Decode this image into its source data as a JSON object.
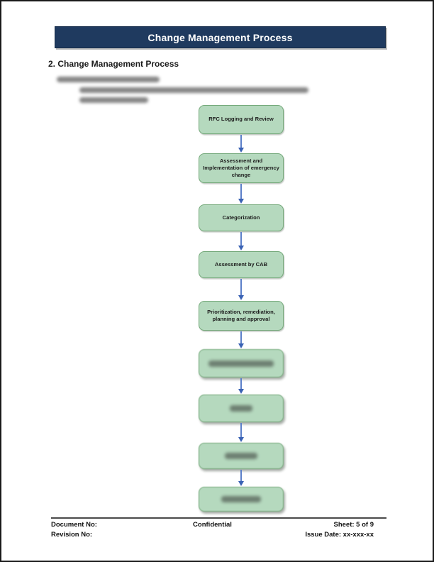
{
  "colors": {
    "page_border": "#1a1a1a",
    "header_bg": "#1f3a5f",
    "header_text": "#ffffff",
    "box_fill": "#b5d9be",
    "box_border": "#74a97a",
    "arrow_line": "#5b7fc9",
    "arrow_head": "#3a62b4",
    "footer_rule": "#4a4a4a"
  },
  "header": {
    "title": "Change Management Process"
  },
  "section": {
    "heading": "2. Change Management Process"
  },
  "flowchart": {
    "steps": [
      {
        "label": "RFC Logging and Review",
        "redacted": false
      },
      {
        "label": "Assessment and\nImplementation of emergency\nchange",
        "redacted": false
      },
      {
        "label": "Categorization",
        "redacted": false
      },
      {
        "label": "Assessment by CAB",
        "redacted": false
      },
      {
        "label": "Prioritization, remediation,\nplanning and approval",
        "redacted": false
      },
      {
        "label": "",
        "redacted": true
      },
      {
        "label": "",
        "redacted": true
      },
      {
        "label": "",
        "redacted": true
      },
      {
        "label": "",
        "redacted": true
      }
    ]
  },
  "footer": {
    "document_no_label": "Document No:",
    "revision_no_label": "Revision No:",
    "confidential": "Confidential",
    "sheet": "Sheet: 5 of 9",
    "issue_date": "Issue Date: xx-xxx-xx"
  }
}
